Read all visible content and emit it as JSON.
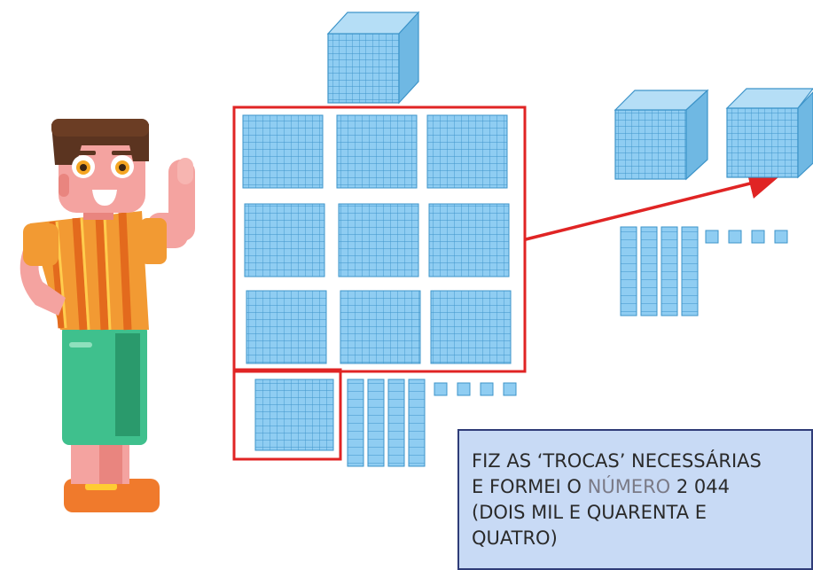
{
  "caption": {
    "line1": "FIZ AS ‘TROCAS’ NECESSÁRIAS",
    "line2_before": "E FORMEI O ",
    "line2_word": "NÚMERO",
    "line2_after": " 2 044",
    "line3": "(DOIS MIL E QUARENTA E",
    "line4": "QUATRO)"
  },
  "blocks": {
    "left_group": {
      "cubes": 1,
      "plates_in_box": 9,
      "plates_outside": 1,
      "rods": 4,
      "units": 4
    },
    "right_group": {
      "cubes": 2,
      "plates": 0,
      "rods": 4,
      "units": 4
    }
  },
  "colors": {
    "block_face": "#8fcdf2",
    "block_grid": "#3d94c9",
    "highlight_box": "#e02424",
    "arrow": "#e02424",
    "caption_bg": "#c8daf5",
    "caption_border": "#2f3c78"
  }
}
